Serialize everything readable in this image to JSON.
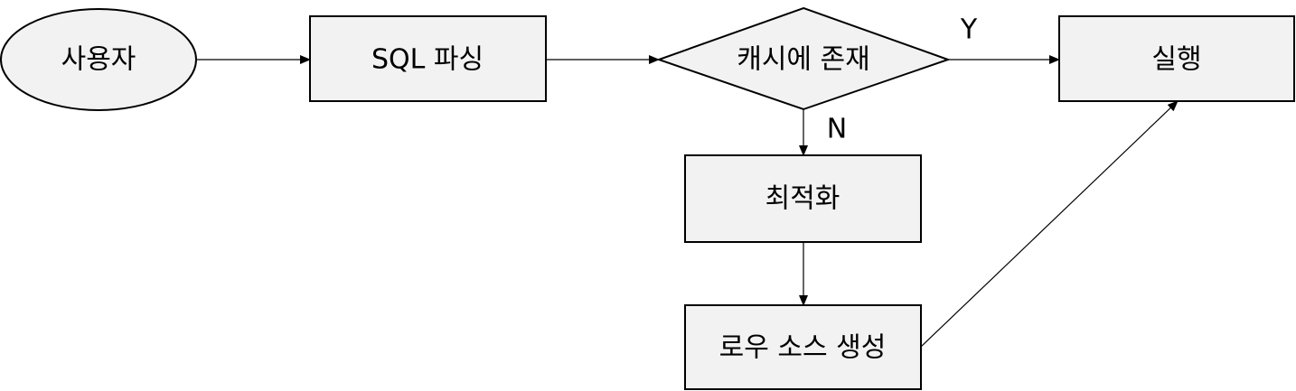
{
  "nodes": {
    "user": {
      "label": "사용자",
      "shape": "ellipse"
    },
    "sql_parse": {
      "label": "SQL 파싱",
      "shape": "rectangle"
    },
    "cache_check": {
      "label": "캐시에 존재",
      "shape": "diamond"
    },
    "execute": {
      "label": "실행",
      "shape": "rectangle"
    },
    "optimize": {
      "label": "최적화",
      "shape": "rectangle"
    },
    "row_source": {
      "label": "로우 소스 생성",
      "shape": "rectangle"
    }
  },
  "edges": {
    "cache_yes": {
      "label": "Y"
    },
    "cache_no": {
      "label": "N"
    }
  },
  "colors": {
    "shape_fill": "#f2f2f2",
    "stroke": "#000000",
    "text": "#000000"
  }
}
